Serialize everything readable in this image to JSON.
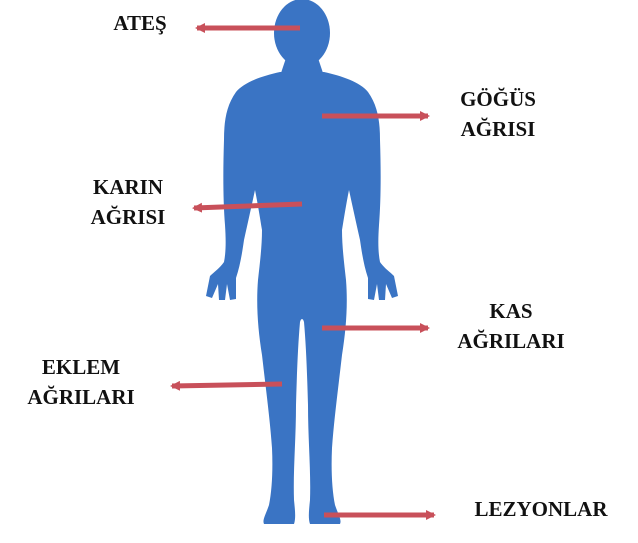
{
  "colors": {
    "body": "#3a74c4",
    "arrow": "#c8505a",
    "text": "#111111"
  },
  "labels": {
    "fever": [
      "ATEŞ"
    ],
    "chest_pain": [
      "GÖĞÜS",
      "AĞRISI"
    ],
    "abdominal_pain": [
      "KARIN",
      "AĞRISI"
    ],
    "muscle_pain": [
      "KAS",
      "AĞRILARI"
    ],
    "joint_pain": [
      "EKLEM",
      "AĞRILARI"
    ],
    "lesions": [
      "LEZYONLAR"
    ]
  }
}
